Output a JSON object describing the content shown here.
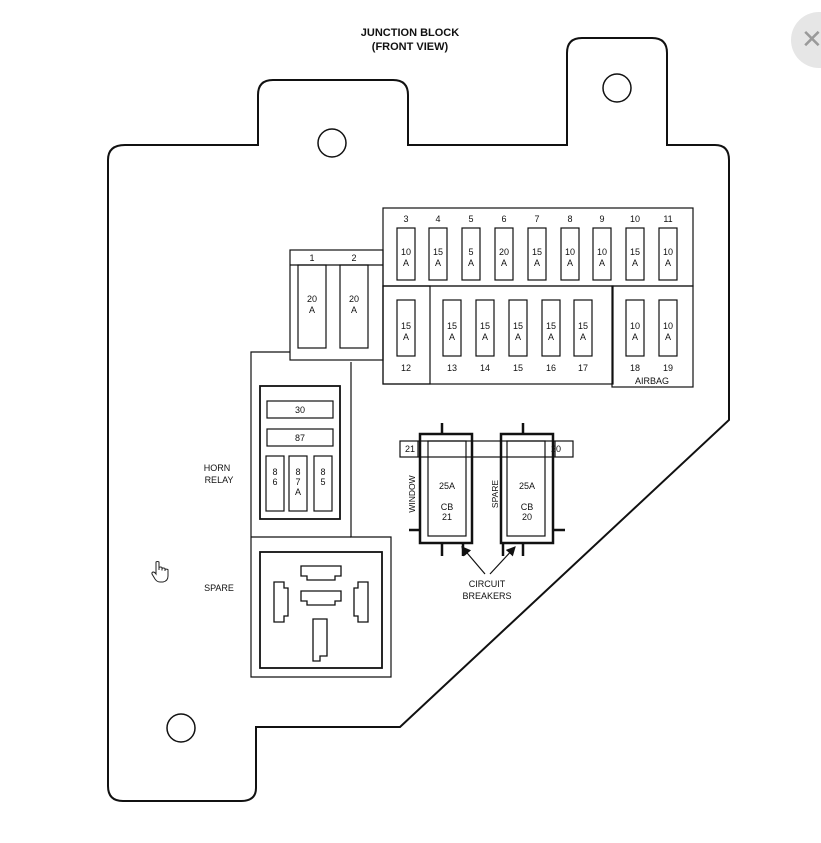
{
  "title_line1": "JUNCTION BLOCK",
  "title_line2": "(FRONT VIEW)",
  "top_fuses": [
    {
      "num": "3",
      "amp": "10",
      "unit": "A"
    },
    {
      "num": "4",
      "amp": "15",
      "unit": "A"
    },
    {
      "num": "5",
      "amp": "5",
      "unit": "A"
    },
    {
      "num": "6",
      "amp": "20",
      "unit": "A"
    },
    {
      "num": "7",
      "amp": "15",
      "unit": "A"
    },
    {
      "num": "8",
      "amp": "10",
      "unit": "A"
    },
    {
      "num": "9",
      "amp": "10",
      "unit": "A"
    },
    {
      "num": "10",
      "amp": "15",
      "unit": "A"
    },
    {
      "num": "11",
      "amp": "10",
      "unit": "A"
    }
  ],
  "big_fuses": [
    {
      "num": "1",
      "amp": "20",
      "unit": "A"
    },
    {
      "num": "2",
      "amp": "20",
      "unit": "A"
    }
  ],
  "bottom_fuses": [
    {
      "num": "12",
      "amp": "15",
      "unit": "A"
    },
    {
      "num": "13",
      "amp": "15",
      "unit": "A"
    },
    {
      "num": "14",
      "amp": "15",
      "unit": "A"
    },
    {
      "num": "15",
      "amp": "15",
      "unit": "A"
    },
    {
      "num": "16",
      "amp": "15",
      "unit": "A"
    },
    {
      "num": "17",
      "amp": "15",
      "unit": "A"
    },
    {
      "num": "18",
      "amp": "10",
      "unit": "A"
    },
    {
      "num": "19",
      "amp": "10",
      "unit": "A"
    }
  ],
  "airbag_label": "AIRBAG",
  "horn_relay_label_line1": "HORN",
  "horn_relay_label_line2": "RELAY",
  "relay_pins": {
    "p30": "30",
    "p87": "87"
  },
  "relay_small_pins": [
    [
      "8",
      "6"
    ],
    [
      "8",
      "7",
      "A"
    ],
    [
      "8",
      "5"
    ]
  ],
  "spare_label": "SPARE",
  "breakers": [
    {
      "slot": "21",
      "side_label": "WINDOW",
      "amp": "25A",
      "cb": "CB",
      "cb_num": "21"
    },
    {
      "slot": "20",
      "side_label": "SPARE",
      "amp": "25A",
      "cb": "CB",
      "cb_num": "20"
    }
  ],
  "circuit_breakers_label_line1": "CIRCUIT",
  "circuit_breakers_label_line2": "BREAKERS",
  "icons": {
    "close": "close-icon",
    "cursor": "hand-pointer-icon"
  }
}
